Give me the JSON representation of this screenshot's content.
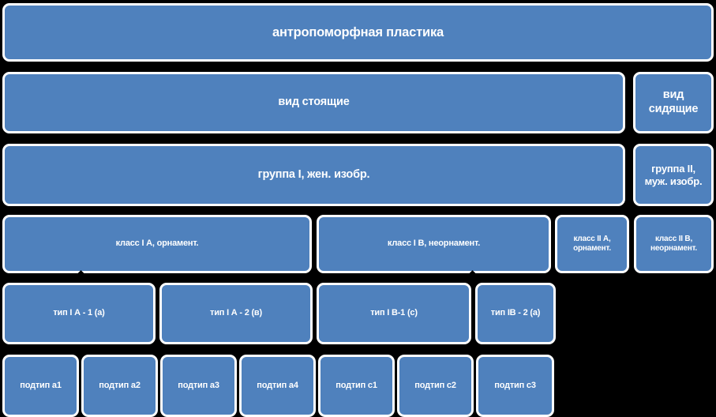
{
  "diagram": {
    "title": "антропоморфная пластика",
    "language": "ru",
    "background_color": "#000000",
    "node_fill_color": "#4F81BD",
    "node_border_color": "#FFFFFF",
    "node_text_color": "#FFFFFF",
    "rows": [
      {
        "level": "root",
        "nodes": [
          {
            "label": "антропоморфная пластика"
          }
        ]
      },
      {
        "level": "вид",
        "nodes": [
          {
            "label": "вид стоящие"
          },
          {
            "label": "вид сидящие"
          }
        ]
      },
      {
        "level": "группа",
        "nodes": [
          {
            "label": "группа I, жен. изобр."
          },
          {
            "label": "группа II, муж. изобр."
          }
        ]
      },
      {
        "level": "класс",
        "nodes": [
          {
            "label": "класс I А, орнамент."
          },
          {
            "label": "класс I В, неорнамент."
          },
          {
            "label": "класс II А, орнамент."
          },
          {
            "label": "класс II В, неорнамент."
          }
        ]
      },
      {
        "level": "тип",
        "nodes": [
          {
            "label": "тип I А - 1 (а)"
          },
          {
            "label": "тип I А - 2 (в)"
          },
          {
            "label": "тип I В-1 (с)"
          },
          {
            "label": "тип IВ - 2 (а)"
          }
        ]
      },
      {
        "level": "подтип",
        "nodes": [
          {
            "label": "подтип а1"
          },
          {
            "label": "подтип а2"
          },
          {
            "label": "подтип а3"
          },
          {
            "label": "подтип а4"
          },
          {
            "label": "подтип с1"
          },
          {
            "label": "подтип с2"
          },
          {
            "label": "подтип с3"
          }
        ]
      }
    ]
  }
}
